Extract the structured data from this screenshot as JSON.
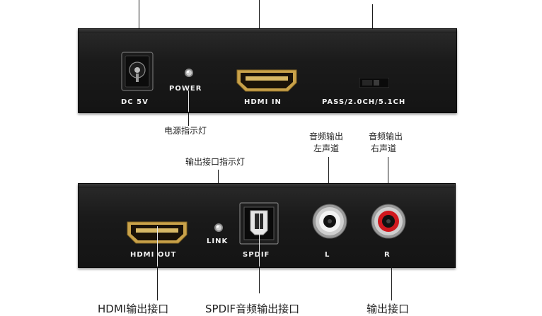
{
  "top_panel": {
    "labels": {
      "dc": "DC 5V",
      "power": "POWER",
      "hdmi_in": "HDMI IN",
      "switch": "PASS/2.0CH/5.1CH"
    }
  },
  "bottom_panel": {
    "labels": {
      "hdmi_out": "HDMI OUT",
      "link": "LINK",
      "spdif": "SPDIF",
      "left": "L",
      "right": "R"
    }
  },
  "callouts": {
    "power_indicator": "电源指示灯",
    "link_indicator": "输出接口指示灯",
    "audio_left_line1": "音频输出",
    "audio_left_line2": "左声道",
    "audio_right_line1": "音频输出",
    "audio_right_line2": "右声道",
    "hdmi_out_port": "HDMI输出接口",
    "spdif_port": "SPDIF音频输出接口",
    "output_port": "输出接口"
  },
  "colors": {
    "panel": "#1a1a1a",
    "hdmi_gold": "#c9a24a",
    "rca_red": "#d0181e",
    "rca_white": "#f2f2f2"
  }
}
